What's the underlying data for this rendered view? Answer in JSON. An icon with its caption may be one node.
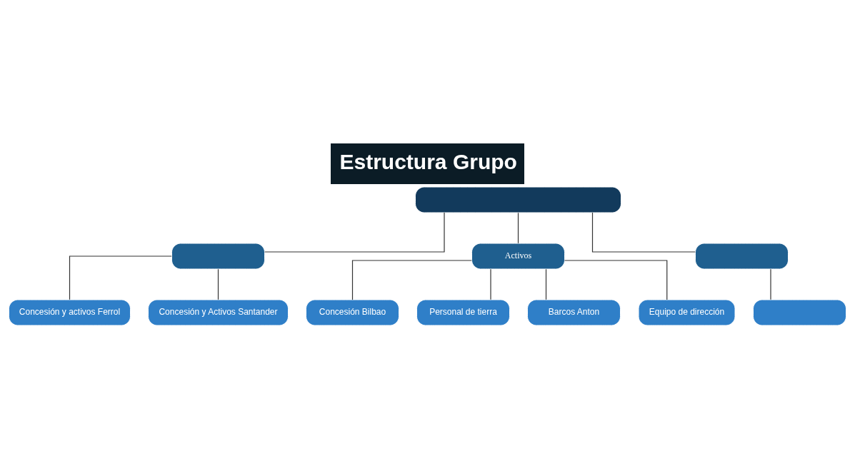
{
  "diagram": {
    "title": "Estructura Grupo",
    "nodes": [
      {
        "text": [],
        "shape": "box"
      },
      {
        "text": [],
        "shape": "box"
      },
      {
        "text": [
          "Activos"
        ]
      },
      {
        "text": [],
        "shape": "box"
      },
      {
        "text": [
          "Concesión y activos Ferrol"
        ]
      },
      {
        "text": [
          "Concesión y Activos Santander"
        ]
      },
      {
        "text": [],
        "shape": "box"
      },
      {
        "text": [
          "Concesión Bilbao"
        ]
      },
      {
        "text": [
          "Personal de tierra"
        ]
      },
      {
        "text": [
          "Barcos Anton"
        ]
      },
      {
        "text": [
          "Equipo de dirección"
        ]
      }
    ],
    "edges": [
      {
        "from": 0,
        "to": 1,
        "arrow": "none"
      },
      {
        "from": 0,
        "to": 2,
        "arrow": "none"
      },
      {
        "from": 0,
        "to": 3,
        "arrow": "none"
      },
      {
        "from": 1,
        "to": 4,
        "arrow": "none"
      },
      {
        "from": 1,
        "to": 5,
        "arrow": "none"
      },
      {
        "from": 3,
        "to": 6,
        "arrow": "none"
      },
      {
        "from": 2,
        "to": 7,
        "arrow": "none"
      },
      {
        "from": 2,
        "to": 8,
        "arrow": "none"
      },
      {
        "from": 2,
        "to": 9,
        "arrow": "none"
      },
      {
        "from": 2,
        "to": 10,
        "arrow": "none"
      }
    ]
  }
}
